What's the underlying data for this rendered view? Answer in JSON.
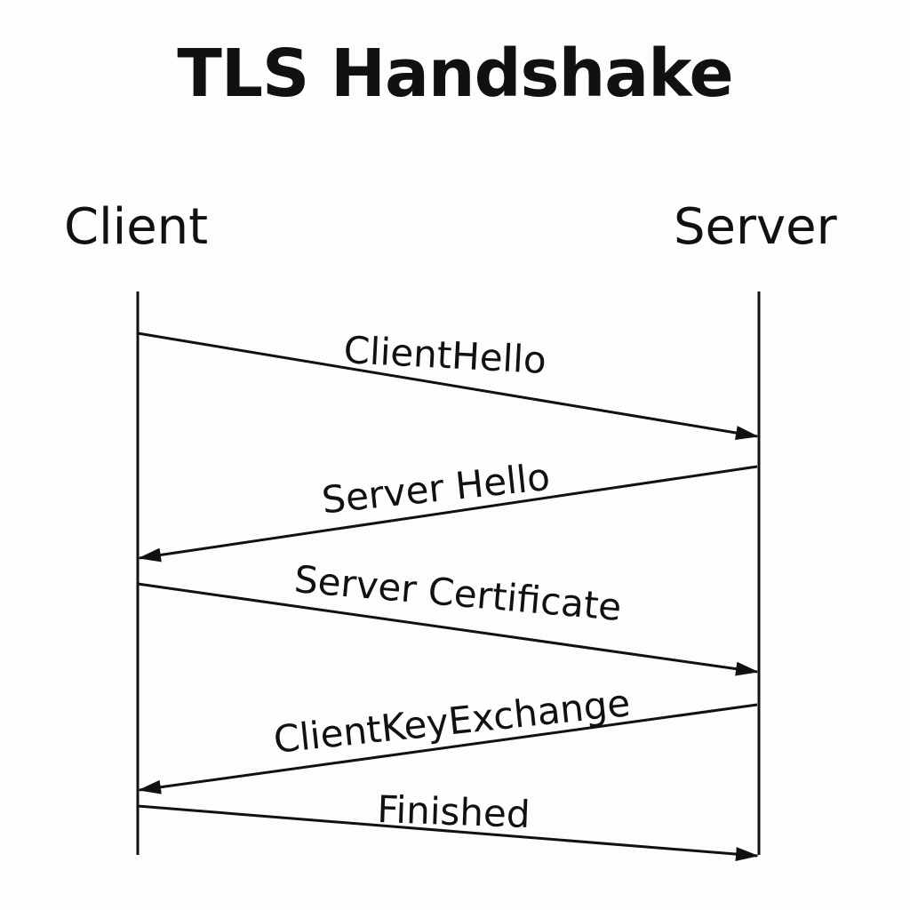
{
  "diagram": {
    "title": "TLS Handshake",
    "participants": {
      "client": "Client",
      "server": "Server"
    },
    "messages": [
      {
        "label": "ClientHello",
        "from": "client",
        "to": "server"
      },
      {
        "label": "Server Hello",
        "from": "server",
        "to": "client"
      },
      {
        "label": "Server Certificate",
        "from": "client",
        "to": "server"
      },
      {
        "label": "ClientKeyExchange",
        "from": "server",
        "to": "client"
      },
      {
        "label": "Finished",
        "from": "client",
        "to": "server"
      }
    ],
    "colors": {
      "line": "#111111",
      "background": "#fdfdfd"
    }
  }
}
